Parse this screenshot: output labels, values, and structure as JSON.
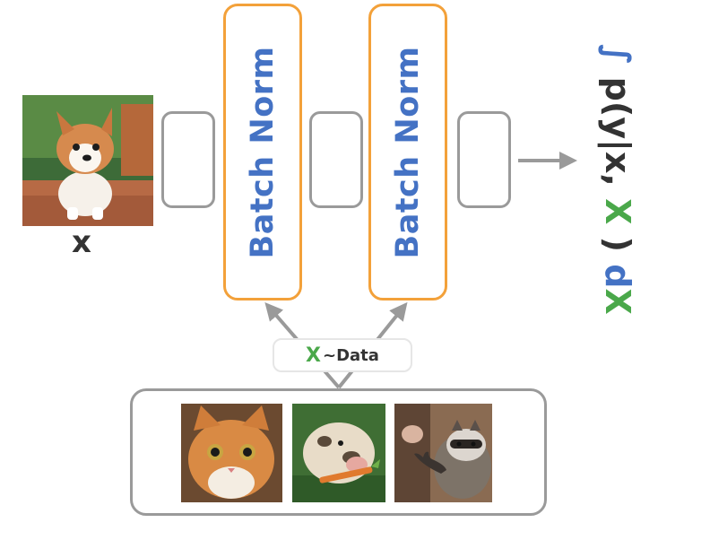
{
  "input": {
    "label": "x"
  },
  "layers": [
    {
      "label": "Batch Norm"
    },
    {
      "label": "Batch Norm"
    }
  ],
  "formula": {
    "integral": "∫",
    "density": "p(y|x,",
    "var": "X",
    "close": ")",
    "d": "d",
    "d_var": "X"
  },
  "data_pill": {
    "var": "X",
    "text": "~Data"
  },
  "colors": {
    "blue": "#4472c4",
    "green": "#4aa84a",
    "orange": "#f3a13a",
    "gray": "#9a9a9a"
  },
  "images": [
    "corgi-photo",
    "cat-photo",
    "piglet-photo",
    "raccoon-photo"
  ]
}
